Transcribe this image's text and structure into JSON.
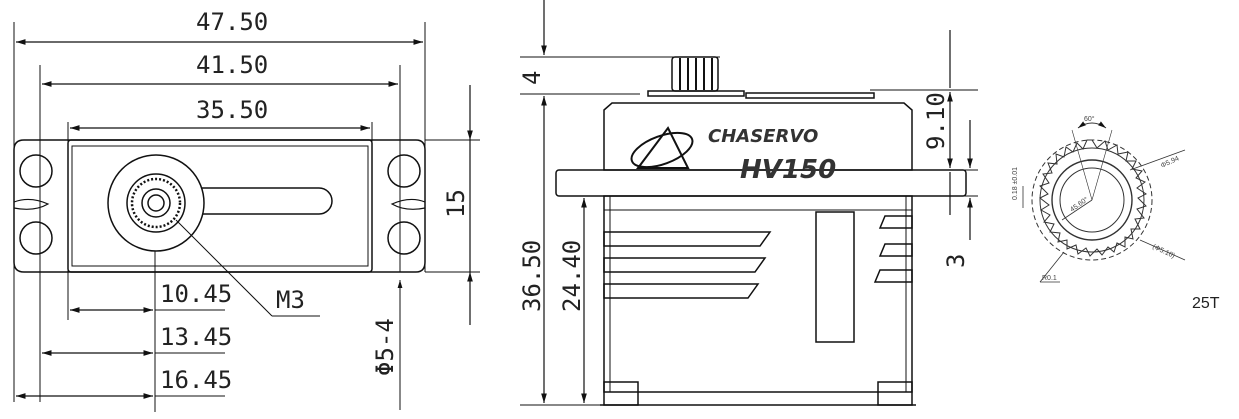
{
  "top_view": {
    "dim_overall": "47.50",
    "dim_mount_span": "41.50",
    "dim_case": "35.50",
    "dim_height": "15",
    "dim_axis_1": "10.45",
    "dim_axis_2": "13.45",
    "dim_axis_3": "16.45",
    "callout_thread": "M3",
    "callout_holes": "Φ5-4"
  },
  "side_view": {
    "dim_spline": "4",
    "dim_total": "36.50",
    "dim_flange": "24.40",
    "dim_top": "9.10",
    "dim_ear": "3",
    "brand": "CHASERVO",
    "model": "HV150"
  },
  "spline_detail": {
    "angle": "60°",
    "outer_dia": "Φ5.94",
    "inner_dia": "(Φ5.10)",
    "tooth_angle": "45.60°",
    "tooth_tolerance": "0.18 ±0.01",
    "root_radius": "R0.1",
    "teeth": "25T"
  }
}
